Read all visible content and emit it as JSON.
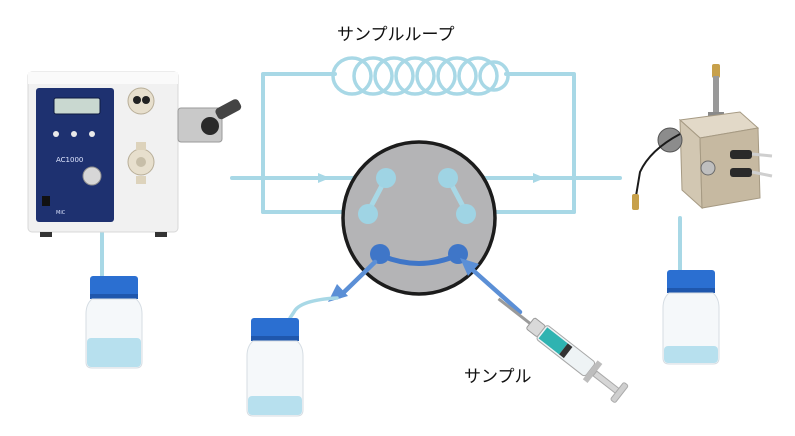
{
  "labels": {
    "sample_loop": "サンプルループ",
    "sample": "サンプル"
  },
  "pump": {
    "model": "AC1000",
    "brand": "MiC"
  },
  "colors": {
    "tubing": "#a8d8e6",
    "valve_face": "#b4b4b6",
    "valve_port_light": "#9fd4e4",
    "valve_port_dark": "#3f76c8",
    "flow_blue": "#5b8fd6",
    "panel_navy": "#1e3170",
    "cap_blue": "#2b6fd1"
  }
}
